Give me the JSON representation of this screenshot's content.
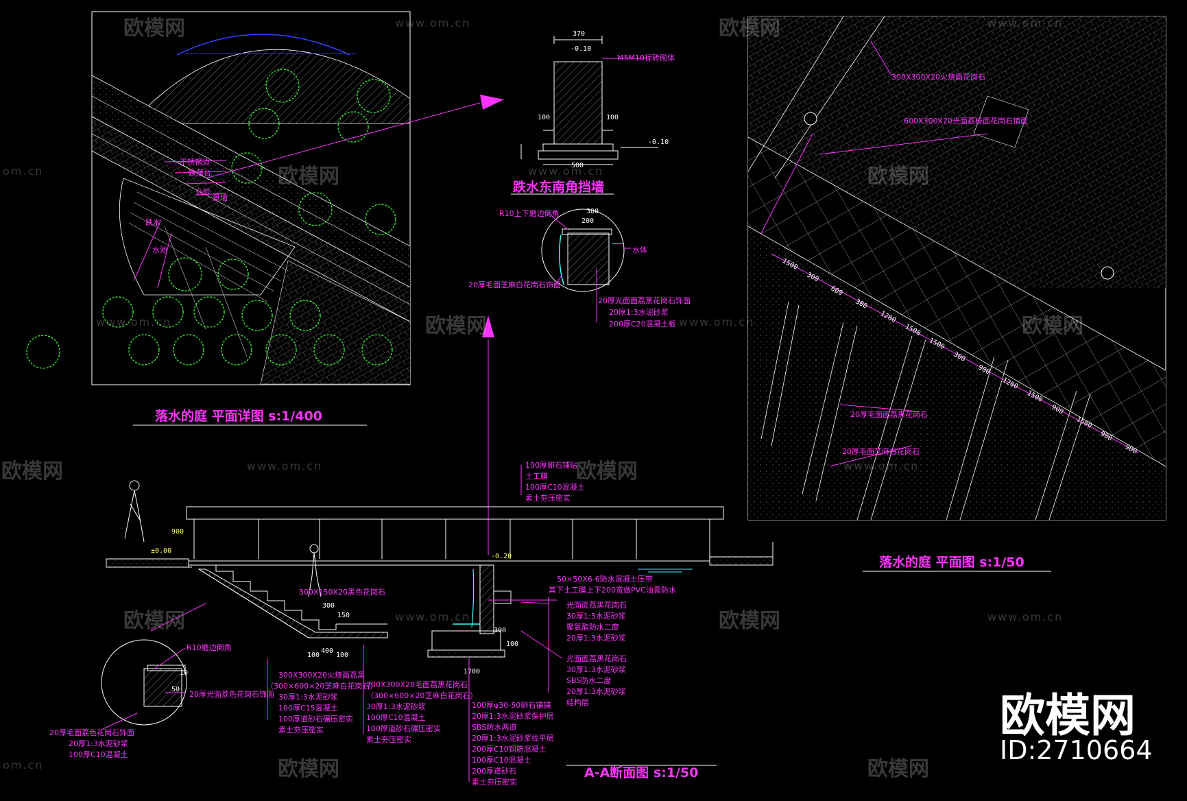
{
  "titles": {
    "plan_detail": "落水的庭 平面详图 s:1/400",
    "plan": "落水的庭 平面图 s:1/50",
    "section": "A-A断面图  s:1/50",
    "wall": "跌水东南角挡墙"
  },
  "wall_notes": {
    "top_dim": "370",
    "level_top": "-0.10",
    "material": "M5M10标砖砌体",
    "left_dim": "100",
    "right_dim": "100",
    "bottom_dim": "500",
    "level_right": "-0.10"
  },
  "detail_top": {
    "r10": "R10上下磨边倒角",
    "dim_a": "300",
    "dim_b": "200",
    "water": "水体",
    "stone": "20厚毛面芝麻白花岗石饰面",
    "l1": "20厚光面面荔黑花岗石饰面",
    "l2": "20厚1:3水泥砂浆",
    "l3": "200厚C20混凝土板"
  },
  "plan_notes": {
    "n1": "300X300X20火烧面花岗石",
    "n2": "600X300X20光面荔枝面花岗石铺面",
    "n3": "20厚毛面面荔黑花岗石",
    "n4": "20厚毛面芝麻白花岗石"
  },
  "plan_dims": [
    "1500",
    "300",
    "600",
    "300",
    "1200",
    "1500",
    "1500",
    "300",
    "900",
    "1200",
    "1500",
    "900",
    "1500",
    "900",
    "900"
  ],
  "section_notes": {
    "top1": "100厚卵石铺贴",
    "top2": "土工膜",
    "top3": "100厚C10混凝土",
    "top4": "素土夯压密实",
    "level_0": "±0.00",
    "h900": "900",
    "level_r": "-0.20",
    "r1": "50×50X6-6防水混凝土压带",
    "r2": "其下土工膜上下200宽做PVC油膏防水",
    "r3": "光面面荔黑花岗石",
    "r4": "30厚1:3水泥砂浆",
    "r5": "聚氨酯防水二度",
    "r6": "20厚1:3水泥砂浆",
    "r7": "光面面荔黑花岗石",
    "r8": "30厚1:3水泥砂浆",
    "r9": "SBS防水二度",
    "r10": "20厚1:3水泥砂浆",
    "r11": "结构层",
    "step": "300X150X20黑色花岗石",
    "d300": "300",
    "d150": "150",
    "d100a": "100",
    "d400": "400",
    "d100b": "100",
    "d1700": "1700",
    "d300b": "300",
    "d100c": "100",
    "l_a1": "300X300X20火烧面荔黑",
    "l_a2": "（300×600×20芝麻白花岗石）",
    "l_a3": "30厚1:3水泥砂浆",
    "l_a4": "100厚C15混凝土",
    "l_a5": "100厚道砂石碾压密实",
    "l_a6": "素土夯压密实",
    "l_b1": "300X300X20毛面荔黑花岗石",
    "l_b2": "（300×600×20芝麻白花岗石）",
    "l_b3": "30厚1:3水泥砂浆",
    "l_b4": "100厚C10混凝土",
    "l_b5": "100厚道砂石碾压密实",
    "l_b6": "素土夯压密实",
    "l_c1": "100厚φ30-50卵石铺铺",
    "l_c2": "20厚1:3水泥砂浆保护层",
    "l_c3": "SBS防水两道",
    "l_c4": "20厚1:3水泥砂浆找平层",
    "l_c5": "200厚C10钢筋混凝土",
    "l_c6": "100厚C10混凝土",
    "l_c7": "200厚道砂石",
    "l_c8": "素土夯压密实",
    "circle_r": "R10磨边倒角",
    "circle_1": "20厚光面荔色花岗石饰面",
    "circle_2": "20厚毛面荔色花岗石饰面",
    "circle_3": "20厚1:3水泥砂浆",
    "circle_4": "100厚C10混凝土",
    "c_d1": "50",
    "c_d2": "10"
  },
  "plan_detail_notes": {
    "a": "不锈钢边",
    "b": "跌落台",
    "c": "台阶",
    "d": "景墙",
    "e": "跌水",
    "f": "水池"
  },
  "watermarks": {
    "cn": "欧模网",
    "url": "www.om.cn",
    "url_short": "om.cn"
  },
  "brand": {
    "name": "欧模网",
    "id": "ID:2710664"
  },
  "colors": {
    "magenta": "#ff33ff",
    "green": "#33ff33",
    "white": "#ffffff",
    "cyan": "#33ffff",
    "blue": "#3344ff",
    "yellow": "#ffff66"
  }
}
